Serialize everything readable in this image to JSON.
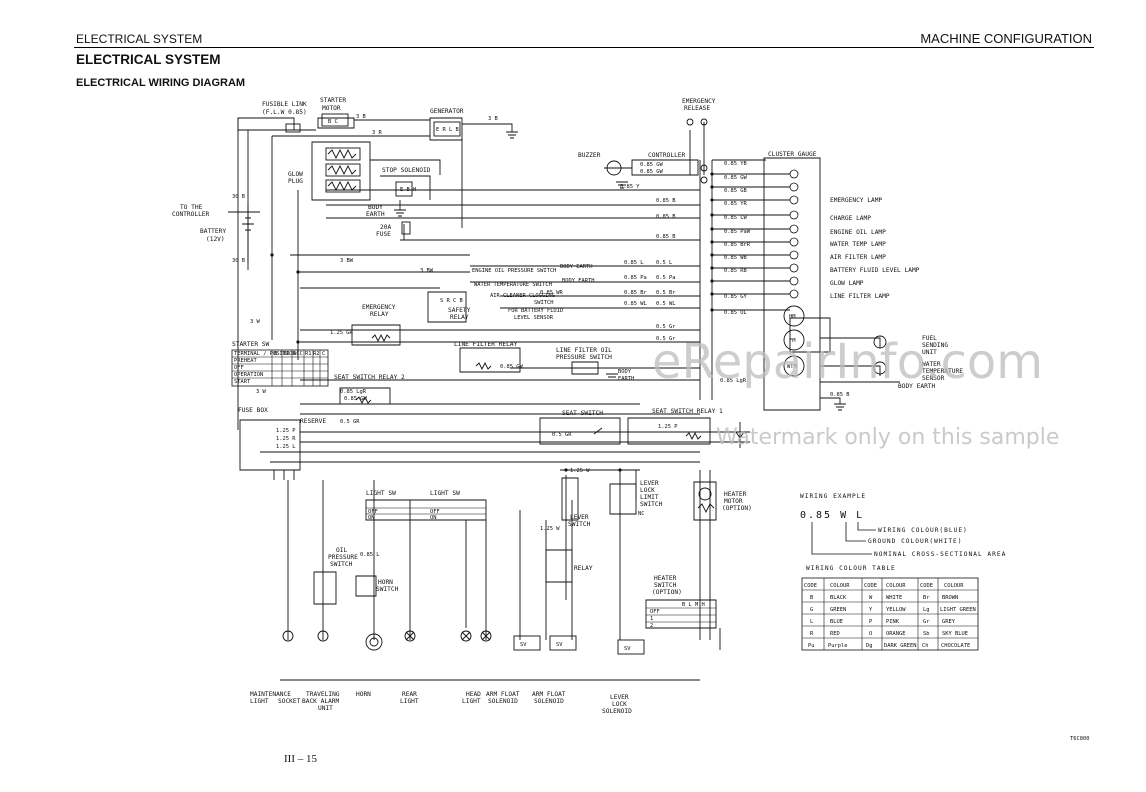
{
  "header": {
    "left": "ELECTRICAL SYSTEM",
    "right": "MACHINE CONFIGURATION"
  },
  "title": "ELECTRICAL SYSTEM",
  "subtitle": "ELECTRICAL WIRING DIAGRAM",
  "page_number": "III – 15",
  "figure_code": "T6C800",
  "watermark": {
    "line1": "eRepairInfo.com",
    "line2": "Watermark only on this sample"
  },
  "labels": {
    "fusible_link": "FUSIBLE LINK",
    "fusible_link_2": "(F.L.W 0.85)",
    "starter_motor": "STARTER",
    "starter_motor_2": "MOTOR",
    "generator": "GENERATOR",
    "emergency_release": "EMERGENCY",
    "emergency_release_2": "RELEASE",
    "buzzer": "BUZZER",
    "controller": "CONTROLLER",
    "cluster_gauge": "CLUSTER GAUGE",
    "glow_plug": "GLOW",
    "glow_plug_2": "PLUG",
    "stop_solenoid": "STOP SOLENOID",
    "body_earth": "BODY",
    "body_earth_2": "EARTH",
    "to_controller": "TO THE",
    "to_controller_2": "CONTROLLER",
    "battery": "BATTERY",
    "battery_2": "(12V)",
    "fuse_20a": "20A",
    "fuse_20a_2": "FUSE",
    "engine_oil_pressure_switch": "ENGINE OIL PRESSURE SWITCH",
    "water_temperature_switch": "WATER TEMPERATURE SWITCH",
    "air_cleaner_clogging_switch": "AIR CLEANER CLOGGING",
    "air_cleaner_clogging_switch_2": "SWITCH",
    "battery_fluid_sensor": "FOR BATTERY FLUID",
    "battery_fluid_sensor_2": "LEVEL SENSOR",
    "body_earth_inline": "BODY EARTH",
    "safety_relay": "SAFETY",
    "safety_relay_2": "RELAY",
    "emergency_relay": "EMERGENCY",
    "emergency_relay_2": "RELAY",
    "starter_sw": "STARTER SW",
    "line_filter_relay": "LINE FILTER RELAY",
    "line_filter_oil_pressure_switch": "LINE FILTER OIL",
    "line_filter_oil_pressure_switch_2": "PRESSURE SWITCH",
    "seat_switch_relay_2": "SEAT SWITCH RELAY 2",
    "seat_switch": "SEAT SWITCH",
    "seat_switch_relay_1": "SEAT SWITCH RELAY 1",
    "fuse_box": "FUSE BOX",
    "reserve": "RESERVE",
    "light_sw": "LIGHT SW",
    "lever_lock_limit_switch": "LEVER",
    "lever_lock_limit_switch_2": "LOCK",
    "lever_lock_limit_switch_3": "LIMIT",
    "lever_lock_limit_switch_4": "SWITCH",
    "lever_switch": "LEVER",
    "lever_switch_2": "SWITCH",
    "relay": "RELAY",
    "heater_motor": "HEATER",
    "heater_motor_2": "MOTOR",
    "heater_motor_3": "(OPTION)",
    "heater_switch": "HEATER",
    "heater_switch_2": "SWITCH",
    "heater_switch_3": "(OPTION)",
    "oil_pressure_switch": "OIL",
    "oil_pressure_switch_2": "PRESSURE",
    "oil_pressure_switch_3": "SWITCH",
    "horn_switch": "HORN",
    "horn_switch_2": "SWITCH",
    "fuel_sending_unit": "FUEL",
    "fuel_sending_unit_2": "SENDING",
    "fuel_sending_unit_3": "UNIT",
    "water_temp_sensor": "WATER",
    "water_temp_sensor_2": "TEMPERATURE",
    "water_temp_sensor_3": "SENSOR",
    "nc": "NC",
    "hm": "HM",
    "fm": "FM",
    "wtm": "WTM",
    "sv": "SV"
  },
  "lamps": [
    "EMERGENCY LAMP",
    "CHARGE LAMP",
    "ENGINE OIL LAMP",
    "WATER TEMP LAMP",
    "AIR FILTER LAMP",
    "BATTERY FLUID LEVEL LAMP",
    "GLOW LAMP",
    "LINE FILTER LAMP"
  ],
  "bottom_loads": [
    {
      "l1": "MAINTENANCE",
      "l2": "LIGHT"
    },
    {
      "l1": "TRAVELING",
      "l2": "SOCKET"
    },
    {
      "l1": "BACK ALARM",
      "l2": "UNIT"
    },
    {
      "l1": "HORN",
      "l2": ""
    },
    {
      "l1": "REAR",
      "l2": "LIGHT"
    },
    {
      "l1": "HEAD",
      "l2": "LIGHT"
    },
    {
      "l1": "ARM FLOAT",
      "l2": "SOLENOID"
    },
    {
      "l1": "ARM FLOAT",
      "l2": "SOLENOID"
    },
    {
      "l1": "LEVER",
      "l2": "LOCK",
      "l3": "SOLENOID"
    }
  ],
  "wire_labels": [
    "0.85 YB",
    "0.85 GW",
    "0.85 GB",
    "0.85 YR",
    "0.85 LW",
    "0.85 PaW",
    "0.85 BrR",
    "0.85 WB",
    "0.85 RB",
    "0.85 GY",
    "0.85 OL",
    "0.85 GW",
    "0.85 GW",
    "0.85 Y",
    "0.85 B",
    "0.85 B",
    "0.85 L",
    "0.85 Pa",
    "0.85 Br",
    "0.85 WL",
    "0.85 WR",
    "0.5 L",
    "0.5 Pa",
    "0.5 Br",
    "0.5 WL",
    "0.5 Gr",
    "0.5 Gr",
    "0.85 LgR",
    "0.85 LgR",
    "0.5 GR",
    "1.25 GR",
    "1.25 P",
    "1.25 P",
    "1.25 W",
    "1.25 R",
    "1.25 L",
    "0.85 GW",
    "3 B",
    "3 R",
    "3 B",
    "3 BW",
    "3 BW",
    "3 W",
    "3 W",
    "30 B",
    "30 B",
    "0.85 B",
    "1.25 W",
    "0.85 L",
    "0.5 GR",
    "0.85 GW",
    "0.85 B"
  ],
  "starter_table": {
    "headers": [
      "TERMINAL / POSITION",
      "B",
      "BR",
      "ACC",
      "R1",
      "R2",
      "C"
    ],
    "rows": [
      "PREHEAT",
      "OFF",
      "OPERATION",
      "START"
    ]
  },
  "wiring_example": {
    "title": "WIRING EXAMPLE",
    "code": "0.85 W L",
    "notes": [
      "WIRING COLOUR(BLUE)",
      "GROUND COLOUR(WHITE)",
      "NOMINAL CROSS-SECTIONAL AREA"
    ]
  },
  "colour_table": {
    "title": "WIRING COLOUR TABLE",
    "headers": [
      "CODE",
      "COLOUR",
      "CODE",
      "COLOUR",
      "CODE",
      "COLOUR"
    ],
    "rows": [
      [
        "B",
        "BLACK",
        "W",
        "WHITE",
        "Br",
        "BROWN"
      ],
      [
        "G",
        "GREEN",
        "Y",
        "YELLOW",
        "Lg",
        "LIGHT GREEN"
      ],
      [
        "L",
        "BLUE",
        "P",
        "PINK",
        "Gr",
        "GREY"
      ],
      [
        "R",
        "RED",
        "O",
        "ORANGE",
        "Sb",
        "SKY BLUE"
      ],
      [
        "Pu",
        "Purple",
        "Dg",
        "DARK GREEN",
        "Ch",
        "CHOCOLATE"
      ]
    ]
  }
}
